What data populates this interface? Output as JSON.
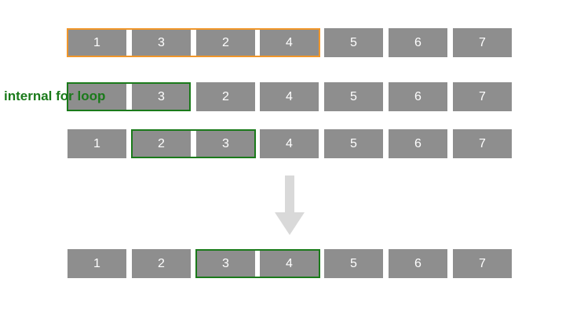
{
  "rows": [
    {
      "cells": [
        "1",
        "3",
        "2",
        "4",
        "5",
        "6",
        "7"
      ]
    },
    {
      "cells": [
        "",
        "3",
        "2",
        "4",
        "5",
        "6",
        "7"
      ]
    },
    {
      "cells": [
        "1",
        "2",
        "3",
        "4",
        "5",
        "6",
        "7"
      ]
    },
    {
      "cells": [
        "1",
        "2",
        "3",
        "4",
        "5",
        "6",
        "7"
      ]
    }
  ],
  "annotation": {
    "loop_label": "internal for loop"
  },
  "colors": {
    "cell": "#8e8e8e",
    "cell_text": "#ffffff",
    "outer_loop_highlight": "#f0962a",
    "inner_loop_highlight": "#1a7a1a",
    "arrow": "#d9d9d9"
  }
}
